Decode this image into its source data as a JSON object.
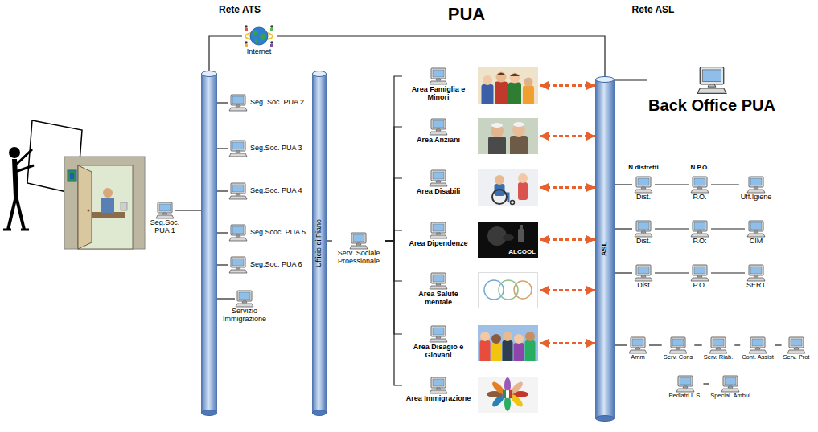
{
  "diagram": {
    "title": "PUA",
    "nodes": [
      {
        "text": [
          "Internet"
        ]
      },
      {
        "text": [
          "Seg.Soc. PUA 1"
        ]
      },
      {
        "text": [
          "Seg. Soc. PUA 2"
        ]
      },
      {
        "text": [
          "Seg.Soc. PUA 3"
        ]
      },
      {
        "text": [
          "Seg.Soc. PUA 4"
        ]
      },
      {
        "text": [
          "Seg.Scoc. PUA 5"
        ]
      },
      {
        "text": [
          "Seg.Soc. PUA 6"
        ]
      },
      {
        "text": [
          "Servizio Immigrazione"
        ]
      },
      {
        "text": [
          "Ufficio di Piano"
        ]
      },
      {
        "text": [
          "Serv. Sociale Proessionale"
        ]
      },
      {
        "text": [
          "Area Famiglia e Minori"
        ]
      },
      {
        "text": [
          "Area Anziani"
        ]
      },
      {
        "text": [
          "Area Disabili"
        ]
      },
      {
        "text": [
          "Area Dipendenze"
        ]
      },
      {
        "text": [
          "Area Salute mentale"
        ]
      },
      {
        "text": [
          "Area Disagio e Giovani"
        ]
      },
      {
        "text": [
          "Area Immigrazione"
        ]
      },
      {
        "text": [
          "ASL"
        ]
      },
      {
        "text": [
          "Back Office PUA"
        ]
      },
      {
        "text": [
          "Dist."
        ]
      },
      {
        "text": [
          "P.O."
        ]
      },
      {
        "text": [
          "Uff.Igiene"
        ]
      },
      {
        "text": [
          "Dist."
        ]
      },
      {
        "text": [
          "P.O:"
        ]
      },
      {
        "text": [
          "CIM"
        ]
      },
      {
        "text": [
          "Dist"
        ]
      },
      {
        "text": [
          "P.O."
        ]
      },
      {
        "text": [
          "SERT"
        ]
      },
      {
        "text": [
          "Amm"
        ]
      },
      {
        "text": [
          "Serv. Cons"
        ]
      },
      {
        "text": [
          "Serv. Riab."
        ]
      },
      {
        "text": [
          "Cont. Assist"
        ]
      },
      {
        "text": [
          "Serv. Prot"
        ]
      },
      {
        "text": [
          "Pediatri L.S."
        ]
      },
      {
        "text": [
          "Special. Ambul"
        ]
      }
    ],
    "edges": [
      {
        "from": 0,
        "to": 17,
        "arrow": "none"
      },
      {
        "from": 8,
        "to": 9,
        "arrow": "none"
      },
      {
        "from": 9,
        "to": 10,
        "arrow": "none"
      },
      {
        "from": 9,
        "to": 11,
        "arrow": "none"
      },
      {
        "from": 9,
        "to": 12,
        "arrow": "none"
      },
      {
        "from": 9,
        "to": 13,
        "arrow": "none"
      },
      {
        "from": 9,
        "to": 14,
        "arrow": "none"
      },
      {
        "from": 9,
        "to": 15,
        "arrow": "none"
      },
      {
        "from": 9,
        "to": 16,
        "arrow": "none"
      },
      {
        "from": 10,
        "to": 17,
        "arrow": "both"
      },
      {
        "from": 11,
        "to": 17,
        "arrow": "both"
      },
      {
        "from": 12,
        "to": 17,
        "arrow": "both"
      },
      {
        "from": 13,
        "to": 17,
        "arrow": "both"
      },
      {
        "from": 14,
        "to": 17,
        "arrow": "both"
      },
      {
        "from": 15,
        "to": 17,
        "arrow": "both"
      },
      {
        "from": 17,
        "to": 18,
        "arrow": "none"
      },
      {
        "from": 17,
        "to": 19,
        "arrow": "none"
      },
      {
        "from": 17,
        "to": 22,
        "arrow": "none"
      },
      {
        "from": 17,
        "to": 25,
        "arrow": "none"
      },
      {
        "from": 19,
        "to": 20,
        "arrow": "none"
      },
      {
        "from": 22,
        "to": 23,
        "arrow": "none"
      },
      {
        "from": 25,
        "to": 26,
        "arrow": "none"
      },
      {
        "from": 20,
        "to": 21,
        "arrow": "none"
      },
      {
        "from": 23,
        "to": 24,
        "arrow": "none"
      },
      {
        "from": 26,
        "to": 27,
        "arrow": "none"
      },
      {
        "from": 17,
        "to": 28,
        "arrow": "none"
      },
      {
        "from": 28,
        "to": 29,
        "arrow": "none"
      },
      {
        "from": 29,
        "to": 30,
        "arrow": "none"
      },
      {
        "from": 30,
        "to": 31,
        "arrow": "none"
      },
      {
        "from": 31,
        "to": 32,
        "arrow": "none"
      },
      {
        "from": 33,
        "to": 34,
        "arrow": "none"
      }
    ],
    "labels": [
      "Rete ATS",
      "Rete ASL",
      "ALCOOL",
      "N distretti",
      "N P.O."
    ]
  }
}
